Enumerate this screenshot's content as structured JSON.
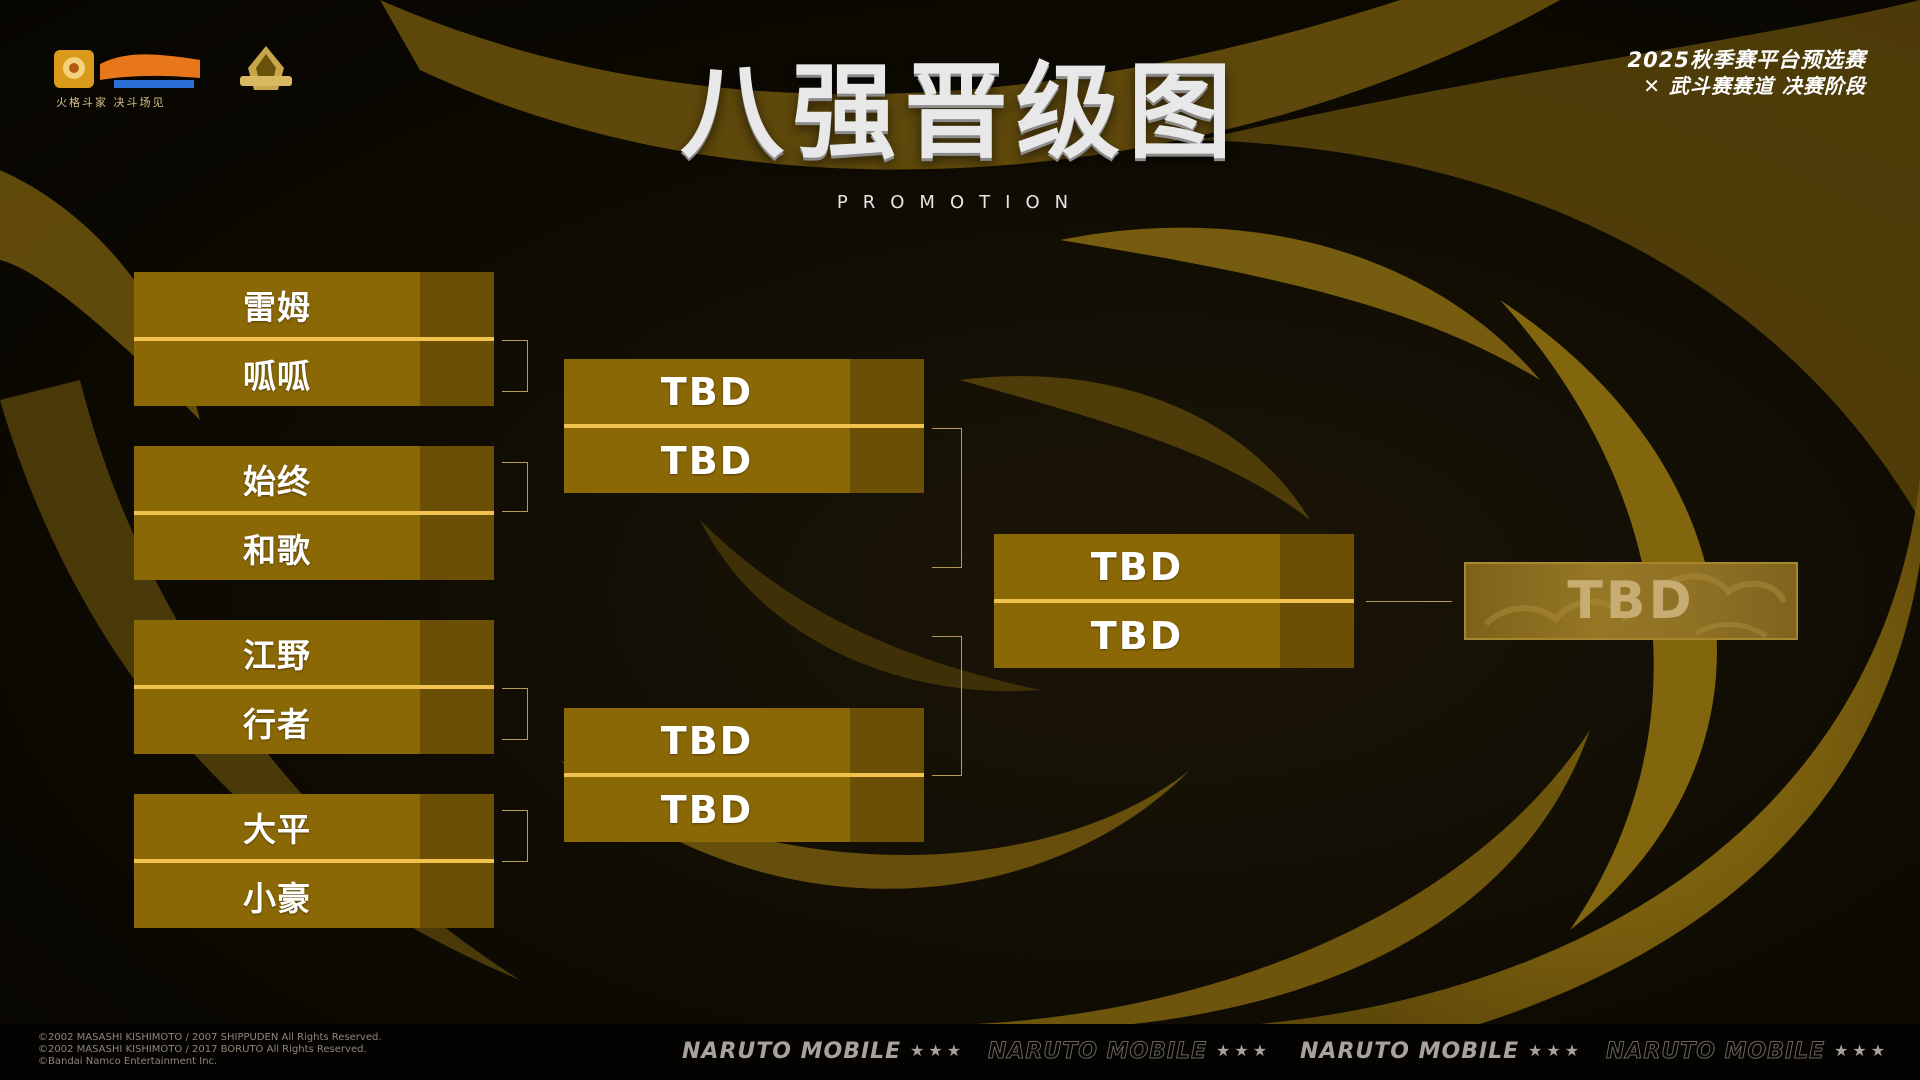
{
  "header": {
    "title": "八强晋级图",
    "subtitle": "PROMOTION",
    "event_line1": "2025秋季赛平台预选赛",
    "event_line2": "武斗赛赛道 决赛阶段",
    "logo_tagline": "火格斗家  决斗场见"
  },
  "bracket": {
    "round1": [
      {
        "top": "雷姆",
        "bottom": "呱呱"
      },
      {
        "top": "始终",
        "bottom": "和歌"
      },
      {
        "top": "江野",
        "bottom": "行者"
      },
      {
        "top": "大平",
        "bottom": "小豪"
      }
    ],
    "semifinals": [
      {
        "top": "TBD",
        "bottom": "TBD"
      },
      {
        "top": "TBD",
        "bottom": "TBD"
      }
    ],
    "final": {
      "top": "TBD",
      "bottom": "TBD"
    },
    "champion": "TBD"
  },
  "footer": {
    "copyright": [
      "©2002 MASASHI KISHIMOTO / 2007 SHIPPUDEN All Rights Reserved.",
      "©2002 MASASHI KISHIMOTO / 2017 BORUTO All Rights Reserved.",
      "©Bandai Namco Entertainment Inc."
    ],
    "brand": "NARUTO MOBILE",
    "stars": "★★★"
  },
  "colors": {
    "slot": "#8b6806",
    "slot_dark": "#6a4f05",
    "divider": "#f2c24e",
    "connector": "#b59b58",
    "champion": "#967726"
  },
  "icons": {
    "event": "crossed-kunai-icon",
    "logo_left": "naruto-logo-icon",
    "logo_right": "tournament-crest-icon"
  }
}
